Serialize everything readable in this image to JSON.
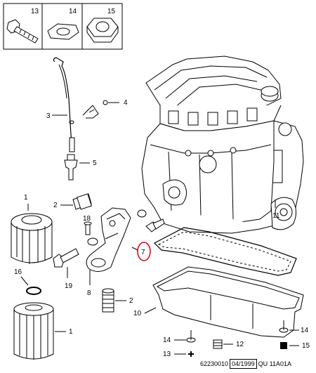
{
  "callouts": {
    "c1a": "1",
    "c1b": "1",
    "c2a": "2",
    "c2b": "2",
    "c3": "3",
    "c4": "4",
    "c5": "5",
    "c7": "7",
    "c8": "8",
    "c10": "10",
    "c11": "11",
    "c12": "12",
    "c13a": "13",
    "c13b": "13",
    "c14a": "14",
    "c14b": "14",
    "c14c": "14",
    "c15a": "15",
    "c15b": "15",
    "c16": "16",
    "c18": "18",
    "c19": "19"
  },
  "footer": {
    "code": "62230010",
    "date": "04/1999",
    "ref": "QU  11A01A"
  },
  "colors": {
    "highlight": "#e8001c",
    "line": "#000000"
  }
}
